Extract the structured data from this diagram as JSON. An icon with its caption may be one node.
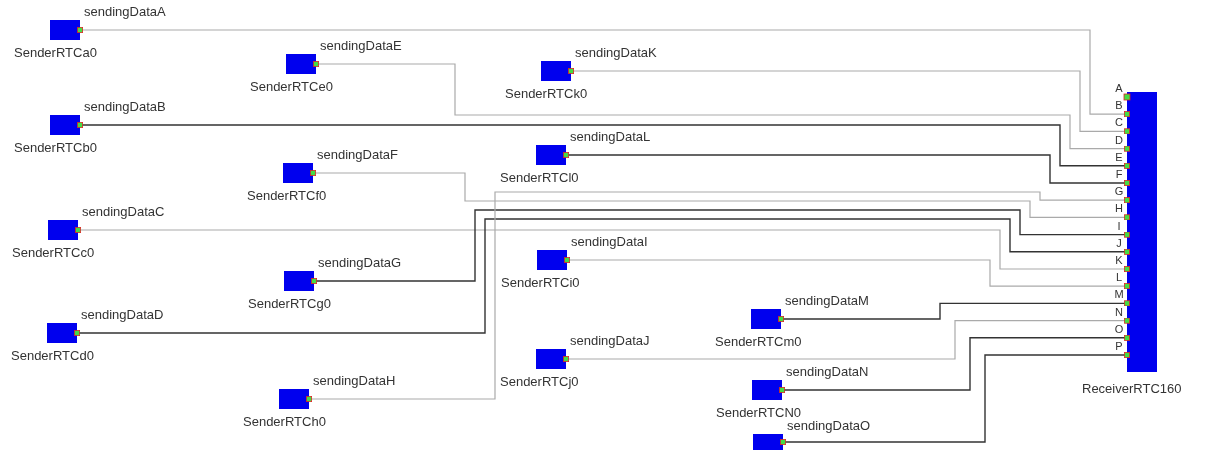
{
  "diagram": {
    "nodes": [
      {
        "text": [
          "SenderRTCa0"
        ],
        "beside": [
          "sendingDataA"
        ]
      },
      {
        "text": [
          "SenderRTCb0"
        ],
        "beside": [
          "sendingDataB"
        ]
      },
      {
        "text": [
          "SenderRTCc0"
        ],
        "beside": [
          "sendingDataC"
        ]
      },
      {
        "text": [
          "SenderRTCd0"
        ],
        "beside": [
          "sendingDataD"
        ]
      },
      {
        "text": [
          "SenderRTCe0"
        ],
        "beside": [
          "sendingDataE"
        ]
      },
      {
        "text": [
          "SenderRTCf0"
        ],
        "beside": [
          "sendingDataF"
        ]
      },
      {
        "text": [
          "SenderRTCg0"
        ],
        "beside": [
          "sendingDataG"
        ]
      },
      {
        "text": [
          "SenderRTCh0"
        ],
        "beside": [
          "sendingDataH"
        ]
      },
      {
        "text": [
          "SenderRTCi0"
        ],
        "beside": [
          "sendingDataI"
        ]
      },
      {
        "text": [
          "SenderRTCj0"
        ],
        "beside": [
          "sendingDataJ"
        ]
      },
      {
        "text": [
          "SenderRTCk0"
        ],
        "beside": [
          "sendingDataK"
        ]
      },
      {
        "text": [
          "SenderRTCl0"
        ],
        "beside": [
          "sendingDataL"
        ]
      },
      {
        "text": [
          "SenderRTCm0"
        ],
        "beside": [
          "sendingDataM"
        ]
      },
      {
        "text": [
          "SenderRTCN0"
        ],
        "beside": [
          "sendingDataN"
        ]
      },
      {
        "text": [],
        "shape": "box",
        "beside": [
          "sendingDataO"
        ]
      },
      {
        "text": [
          "ReceiverRTC160"
        ],
        "beside": [
          "A",
          "B",
          "C",
          "D",
          "E",
          "F",
          "G",
          "H",
          "I",
          "J",
          "K",
          "L",
          "M",
          "N",
          "O",
          "P"
        ]
      }
    ],
    "edges": [
      {
        "from": 0,
        "to": 15,
        "arrow": "other"
      },
      {
        "from": 1,
        "to": 15,
        "arrow": "other",
        "color": "#333333"
      },
      {
        "from": 2,
        "to": 15,
        "arrow": "other"
      },
      {
        "from": 3,
        "to": 15,
        "arrow": "other",
        "color": "#333333"
      },
      {
        "from": 4,
        "to": 15,
        "arrow": "other"
      },
      {
        "from": 5,
        "to": 15,
        "arrow": "other"
      },
      {
        "from": 6,
        "to": 15,
        "arrow": "other",
        "color": "#333333"
      },
      {
        "from": 7,
        "to": 15,
        "arrow": "other"
      },
      {
        "from": 8,
        "to": 15,
        "arrow": "other"
      },
      {
        "from": 9,
        "to": 15,
        "arrow": "other"
      },
      {
        "from": 10,
        "to": 15,
        "arrow": "other"
      },
      {
        "from": 11,
        "to": 15,
        "arrow": "other",
        "color": "#333333"
      },
      {
        "from": 12,
        "to": 15,
        "arrow": "other",
        "color": "#333333"
      },
      {
        "from": 13,
        "to": 15,
        "arrow": "other",
        "color": "#333333"
      },
      {
        "from": 14,
        "to": 15,
        "arrow": "other",
        "color": "#333333"
      }
    ]
  }
}
